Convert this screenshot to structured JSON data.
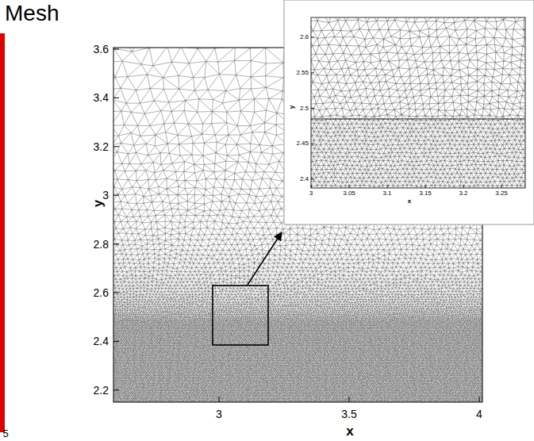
{
  "diagram": {
    "title": "Mesh",
    "labels": [
      "2.2",
      "2.4",
      "2.6",
      "2.8",
      "3",
      "3.2",
      "3.4",
      "3.6",
      "3",
      "3.5",
      "4",
      "y",
      "x",
      "2.4",
      "2.45",
      "2.5",
      "2.55",
      "2.6",
      "3",
      "3.05",
      "3.1",
      "3.15",
      "3.2",
      "3.25",
      "x",
      "y",
      "5"
    ]
  }
}
